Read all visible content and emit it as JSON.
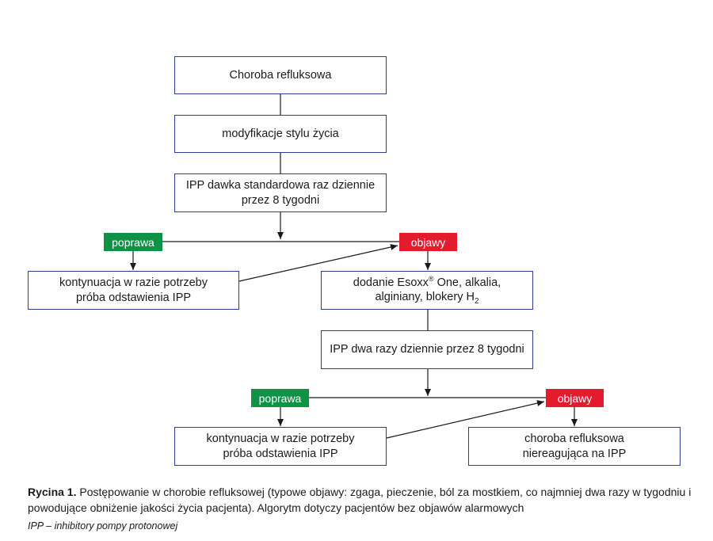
{
  "nodes": {
    "start": "Choroba refluksowa",
    "lifestyle": "modyfikacje stylu życia",
    "ipp1_line1": "IPP dawka standardowa raz dziennie",
    "ipp1_line2": "przez 8 tygodni",
    "improve1": "poprawa",
    "symptoms1": "objawy",
    "continue1_line1": "kontynuacja w razie potrzeby",
    "continue1_line2": "próba odstawienia IPP",
    "addon_line1_a": "dodanie Esoxx",
    "addon_line1_sup": "®",
    "addon_line1_b": " One, alkalia,",
    "addon_line2_a": "alginiany, blokery H",
    "addon_line2_sub": "2",
    "ipp2": "IPP dwa razy dziennie przez 8 tygodni",
    "improve2": "poprawa",
    "symptoms2": "objawy",
    "continue2_line1": "kontynuacja w razie potrzeby",
    "continue2_line2": "próba odstawienia IPP",
    "refractory_line1": "choroba refluksowa",
    "refractory_line2": "niereagująca na IPP"
  },
  "caption": {
    "label": "Rycina 1.",
    "text": " Postępowanie w chorobie refluksowej (typowe objawy: zgaga, pieczenie, ból za mostkiem, co najmniej dwa razy w tygodniu i powodujące obniżenie jakości życia pacjenta). Algorytm dotyczy pacjentów bez objawów alarmowych",
    "abbreviation": "IPP – inhibitory pompy protonowej"
  },
  "colors": {
    "box_border": "#2f3b8f",
    "improve": "#0f9146",
    "symptoms": "#e31b2d"
  }
}
